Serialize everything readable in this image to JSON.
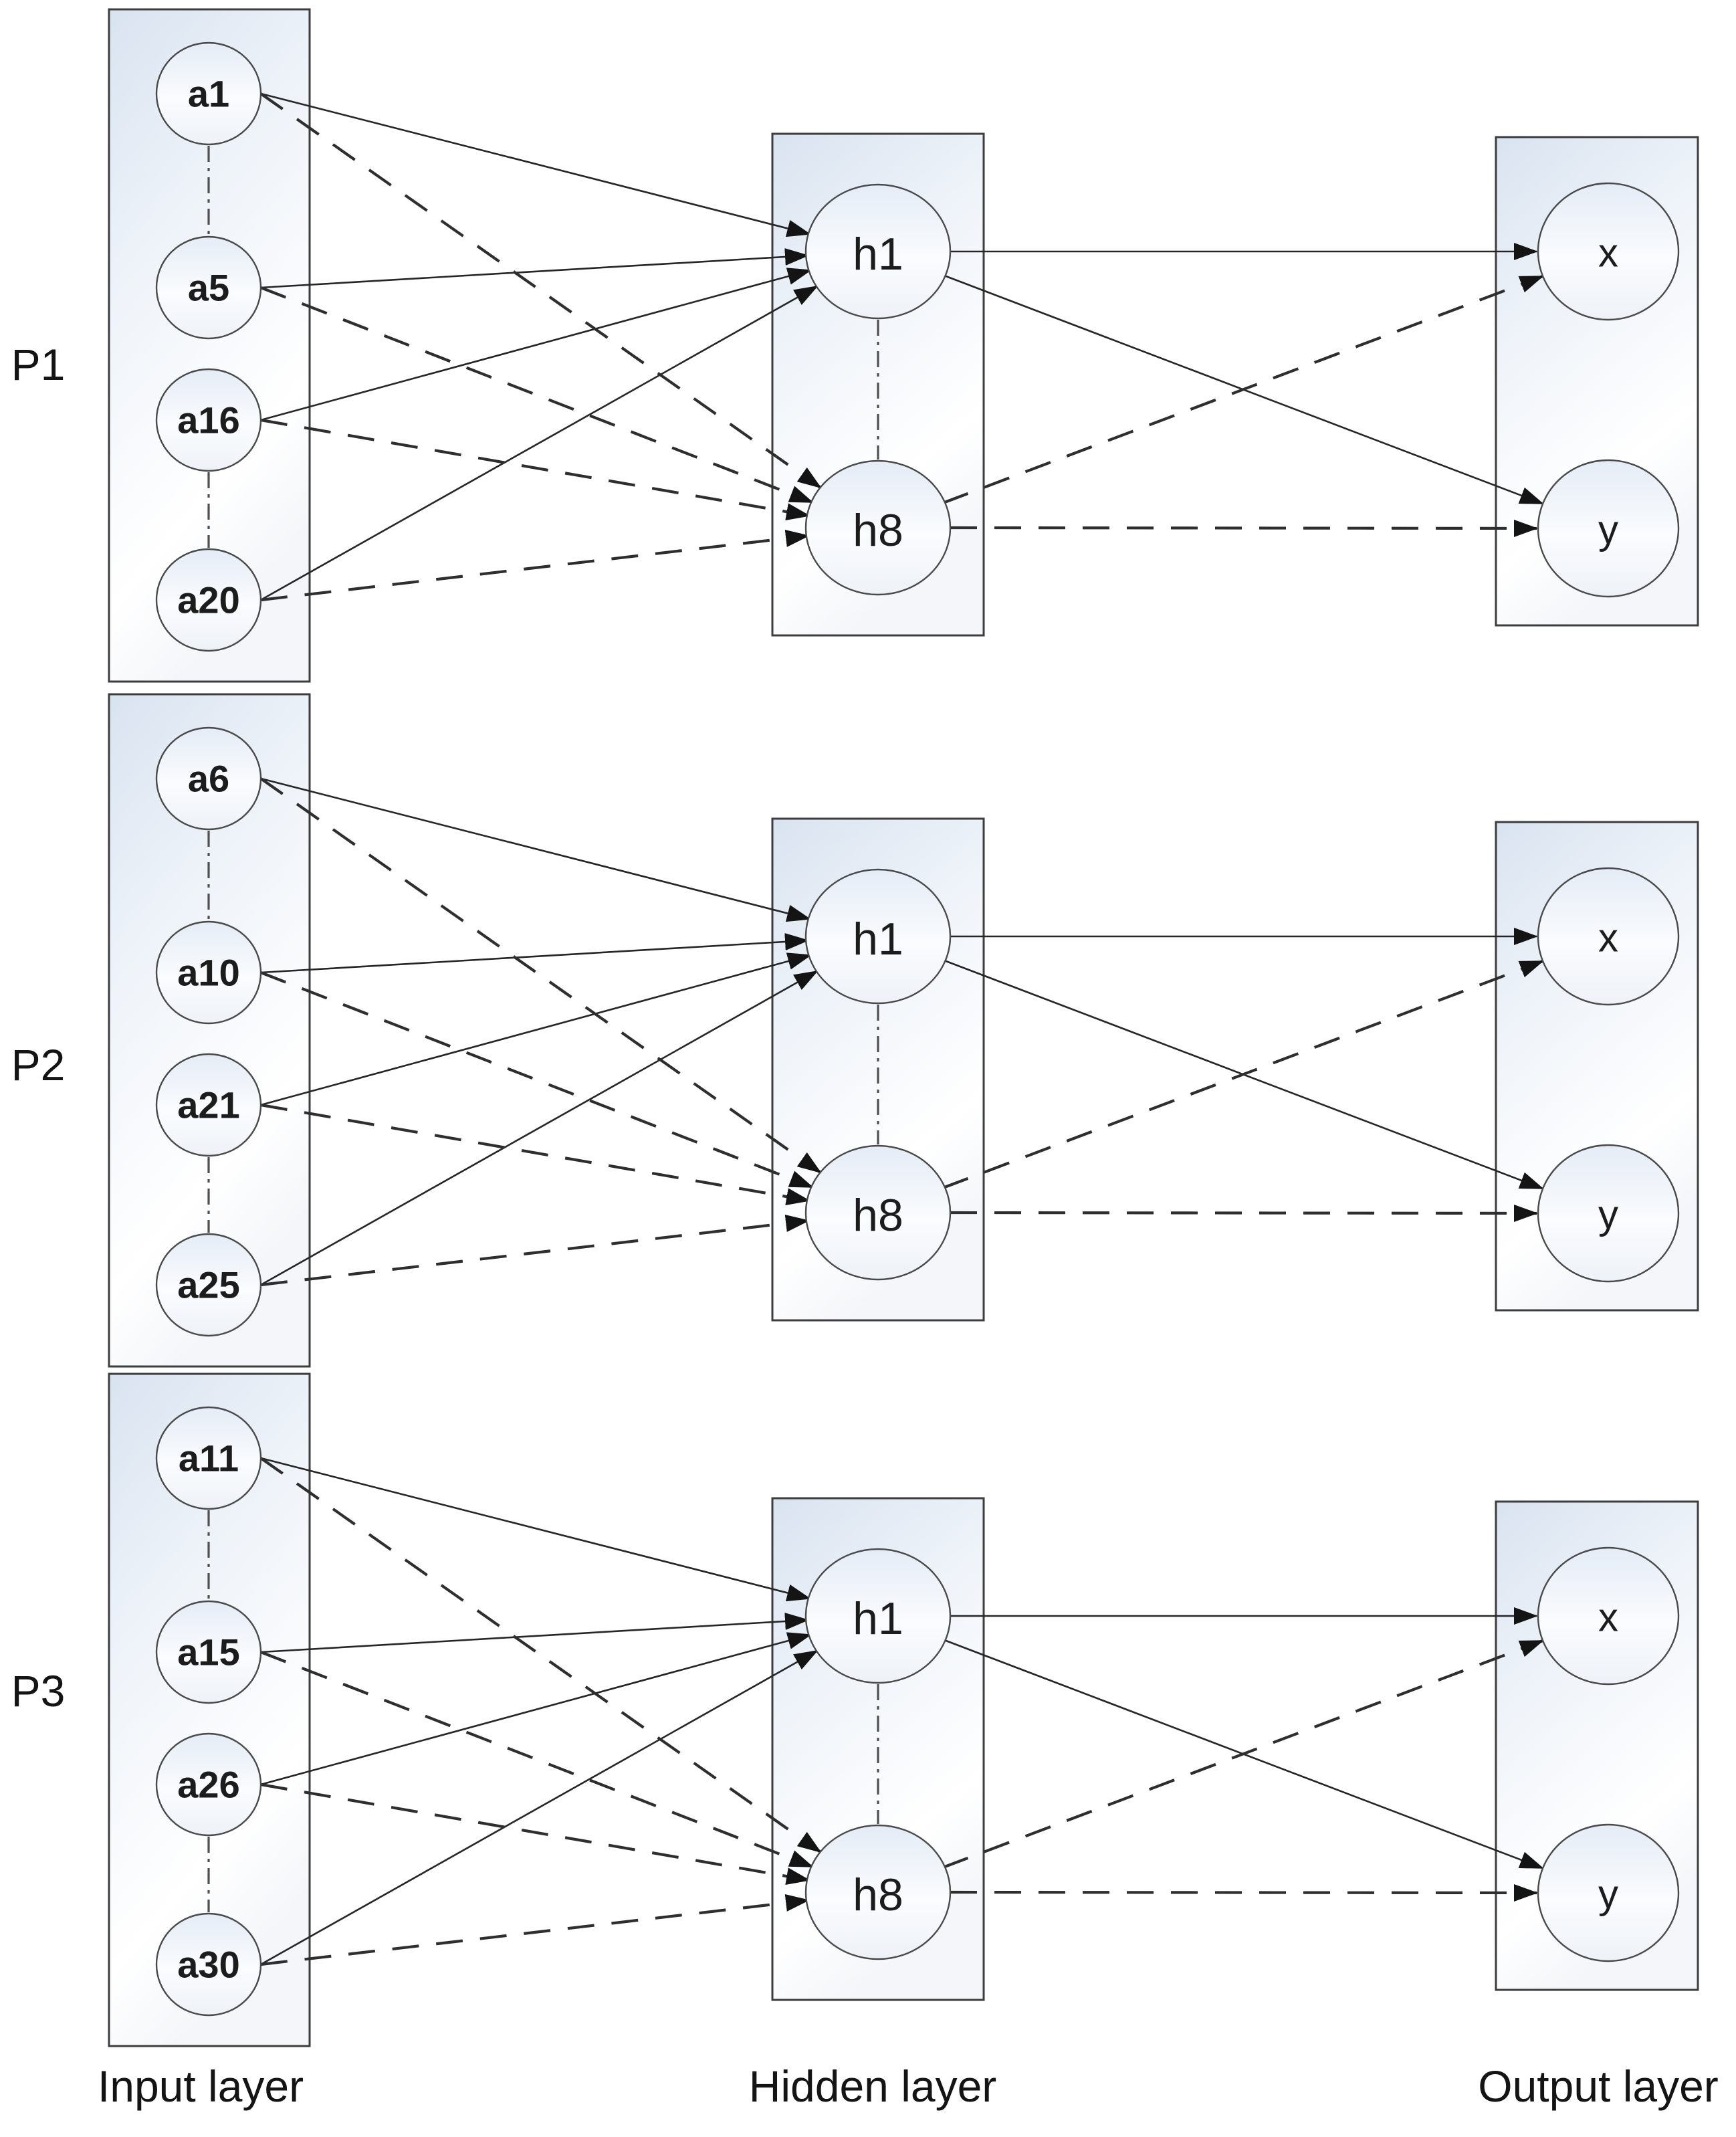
{
  "diagram_type": "neural-network-architecture-3-panels",
  "panels": [
    {
      "label": "P1",
      "input_nodes": [
        "a1",
        "a5",
        "a16",
        "a20"
      ],
      "hidden_nodes": [
        "h1",
        "h8"
      ],
      "output_nodes": [
        "x",
        "y"
      ]
    },
    {
      "label": "P2",
      "input_nodes": [
        "a6",
        "a10",
        "a21",
        "a25"
      ],
      "hidden_nodes": [
        "h1",
        "h8"
      ],
      "output_nodes": [
        "x",
        "y"
      ]
    },
    {
      "label": "P3",
      "input_nodes": [
        "a11",
        "a15",
        "a26",
        "a30"
      ],
      "hidden_nodes": [
        "h1",
        "h8"
      ],
      "output_nodes": [
        "x",
        "y"
      ]
    }
  ],
  "layer_captions": {
    "input": "Input layer",
    "hidden": "Hidden layer",
    "output": "Output layer"
  },
  "edges_per_panel": [
    {
      "from": "each-input-node",
      "to": "h1",
      "style": "solid-arrow"
    },
    {
      "from": "each-input-node",
      "to": "h8",
      "style": "dashed-arrow"
    },
    {
      "from": "h1",
      "to": "x",
      "style": "solid-arrow"
    },
    {
      "from": "h1",
      "to": "y",
      "style": "solid-arrow"
    },
    {
      "from": "h8",
      "to": "x",
      "style": "dashed-arrow"
    },
    {
      "from": "h8",
      "to": "y",
      "style": "dashed-arrow"
    }
  ],
  "ellipsis_connectors": {
    "style": "dash-dot",
    "between": [
      [
        "input-node-1",
        "input-node-2"
      ],
      [
        "input-node-3",
        "input-node-4"
      ],
      [
        "h1",
        "h8"
      ]
    ]
  },
  "colors": {
    "background": "#ffffff",
    "line": "#262626",
    "box_stroke": "#3d3d3d",
    "node_stroke": "#4a4a4a",
    "box_fill_top": "#d9e3f0",
    "node_fill_top": "#e5ecf6",
    "text": "#1c1c1c"
  }
}
